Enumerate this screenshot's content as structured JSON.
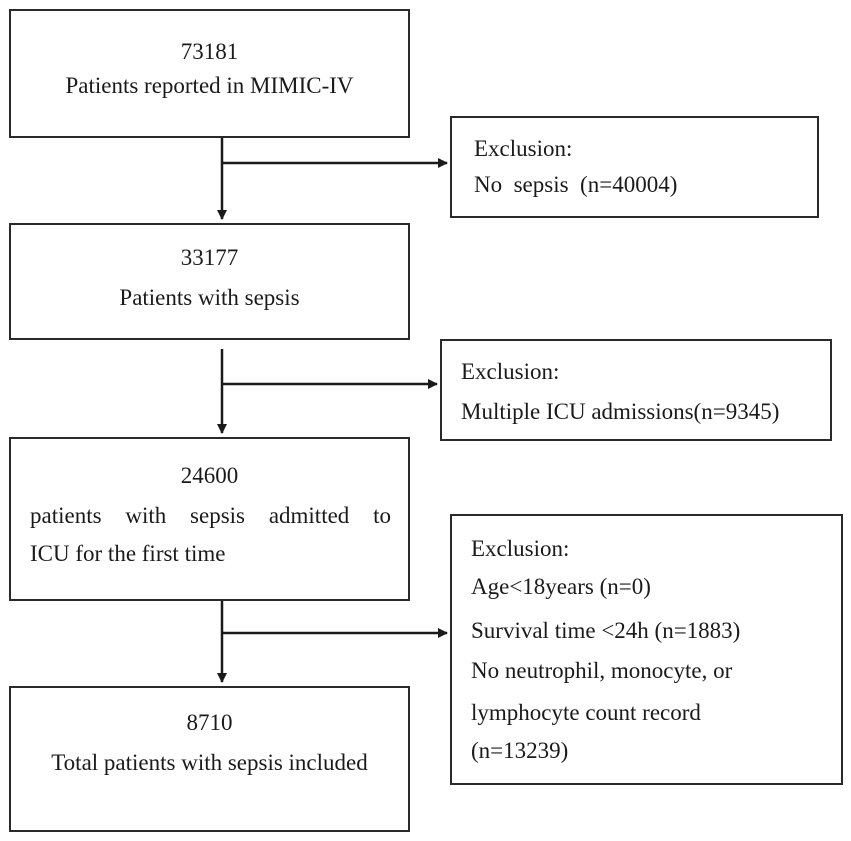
{
  "boxes": {
    "step1": {
      "count": "73181",
      "label": "Patients reported in MIMIC-IV"
    },
    "step2": {
      "count": "33177",
      "label": "Patients with sepsis"
    },
    "step3": {
      "count": "24600",
      "line1": "patients with sepsis admitted to",
      "line2": "ICU for the first time"
    },
    "step4": {
      "count": "8710",
      "label": "Total patients with sepsis included"
    }
  },
  "exclusions": {
    "ex1": {
      "title": "Exclusion:",
      "lines": [
        "No  sepsis  (n=40004)"
      ]
    },
    "ex2": {
      "title": "Exclusion:",
      "lines": [
        "Multiple ICU admissions(n=9345)"
      ]
    },
    "ex3": {
      "title": "Exclusion:",
      "lines": [
        "Age<18years (n=0)",
        "Survival time <24h (n=1883)",
        "No neutrophil, monocyte, or",
        "lymphocyte count record",
        "(n=13239)"
      ]
    }
  },
  "colors": {
    "line": "#1a1a1a",
    "border": "#2a2a2a",
    "text": "#1a1a1a"
  }
}
